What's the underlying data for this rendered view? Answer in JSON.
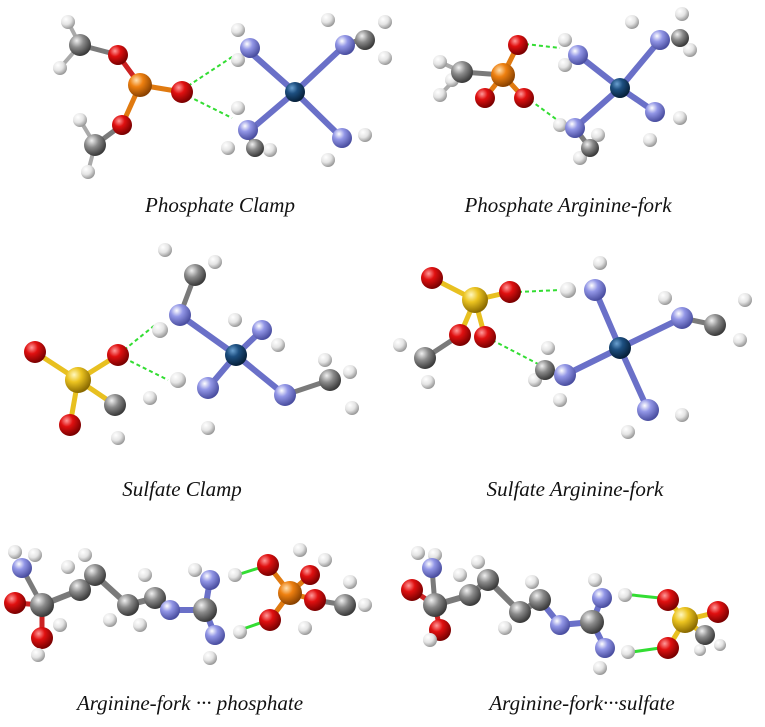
{
  "captions": {
    "phosphate_clamp": "Phosphate Clamp",
    "phosphate_fork": "Phosphate Arginine-fork",
    "sulfate_clamp": "Sulfate Clamp",
    "sulfate_fork": "Sulfate Arginine-fork",
    "argfork_phosphate": "Arginine-fork ··· phosphate",
    "argfork_sulfate": "Arginine-fork···sulfate"
  },
  "colors": {
    "carbon": "#7a7a7a",
    "hydrogen": "#e8e8e8",
    "oxygen": "#dd1111",
    "nitrogen": "#8a8ee0",
    "phosphorus": "#e07a10",
    "sulfur": "#e8c020",
    "metal": "#1d4f80",
    "hbond": "#33dd33"
  }
}
